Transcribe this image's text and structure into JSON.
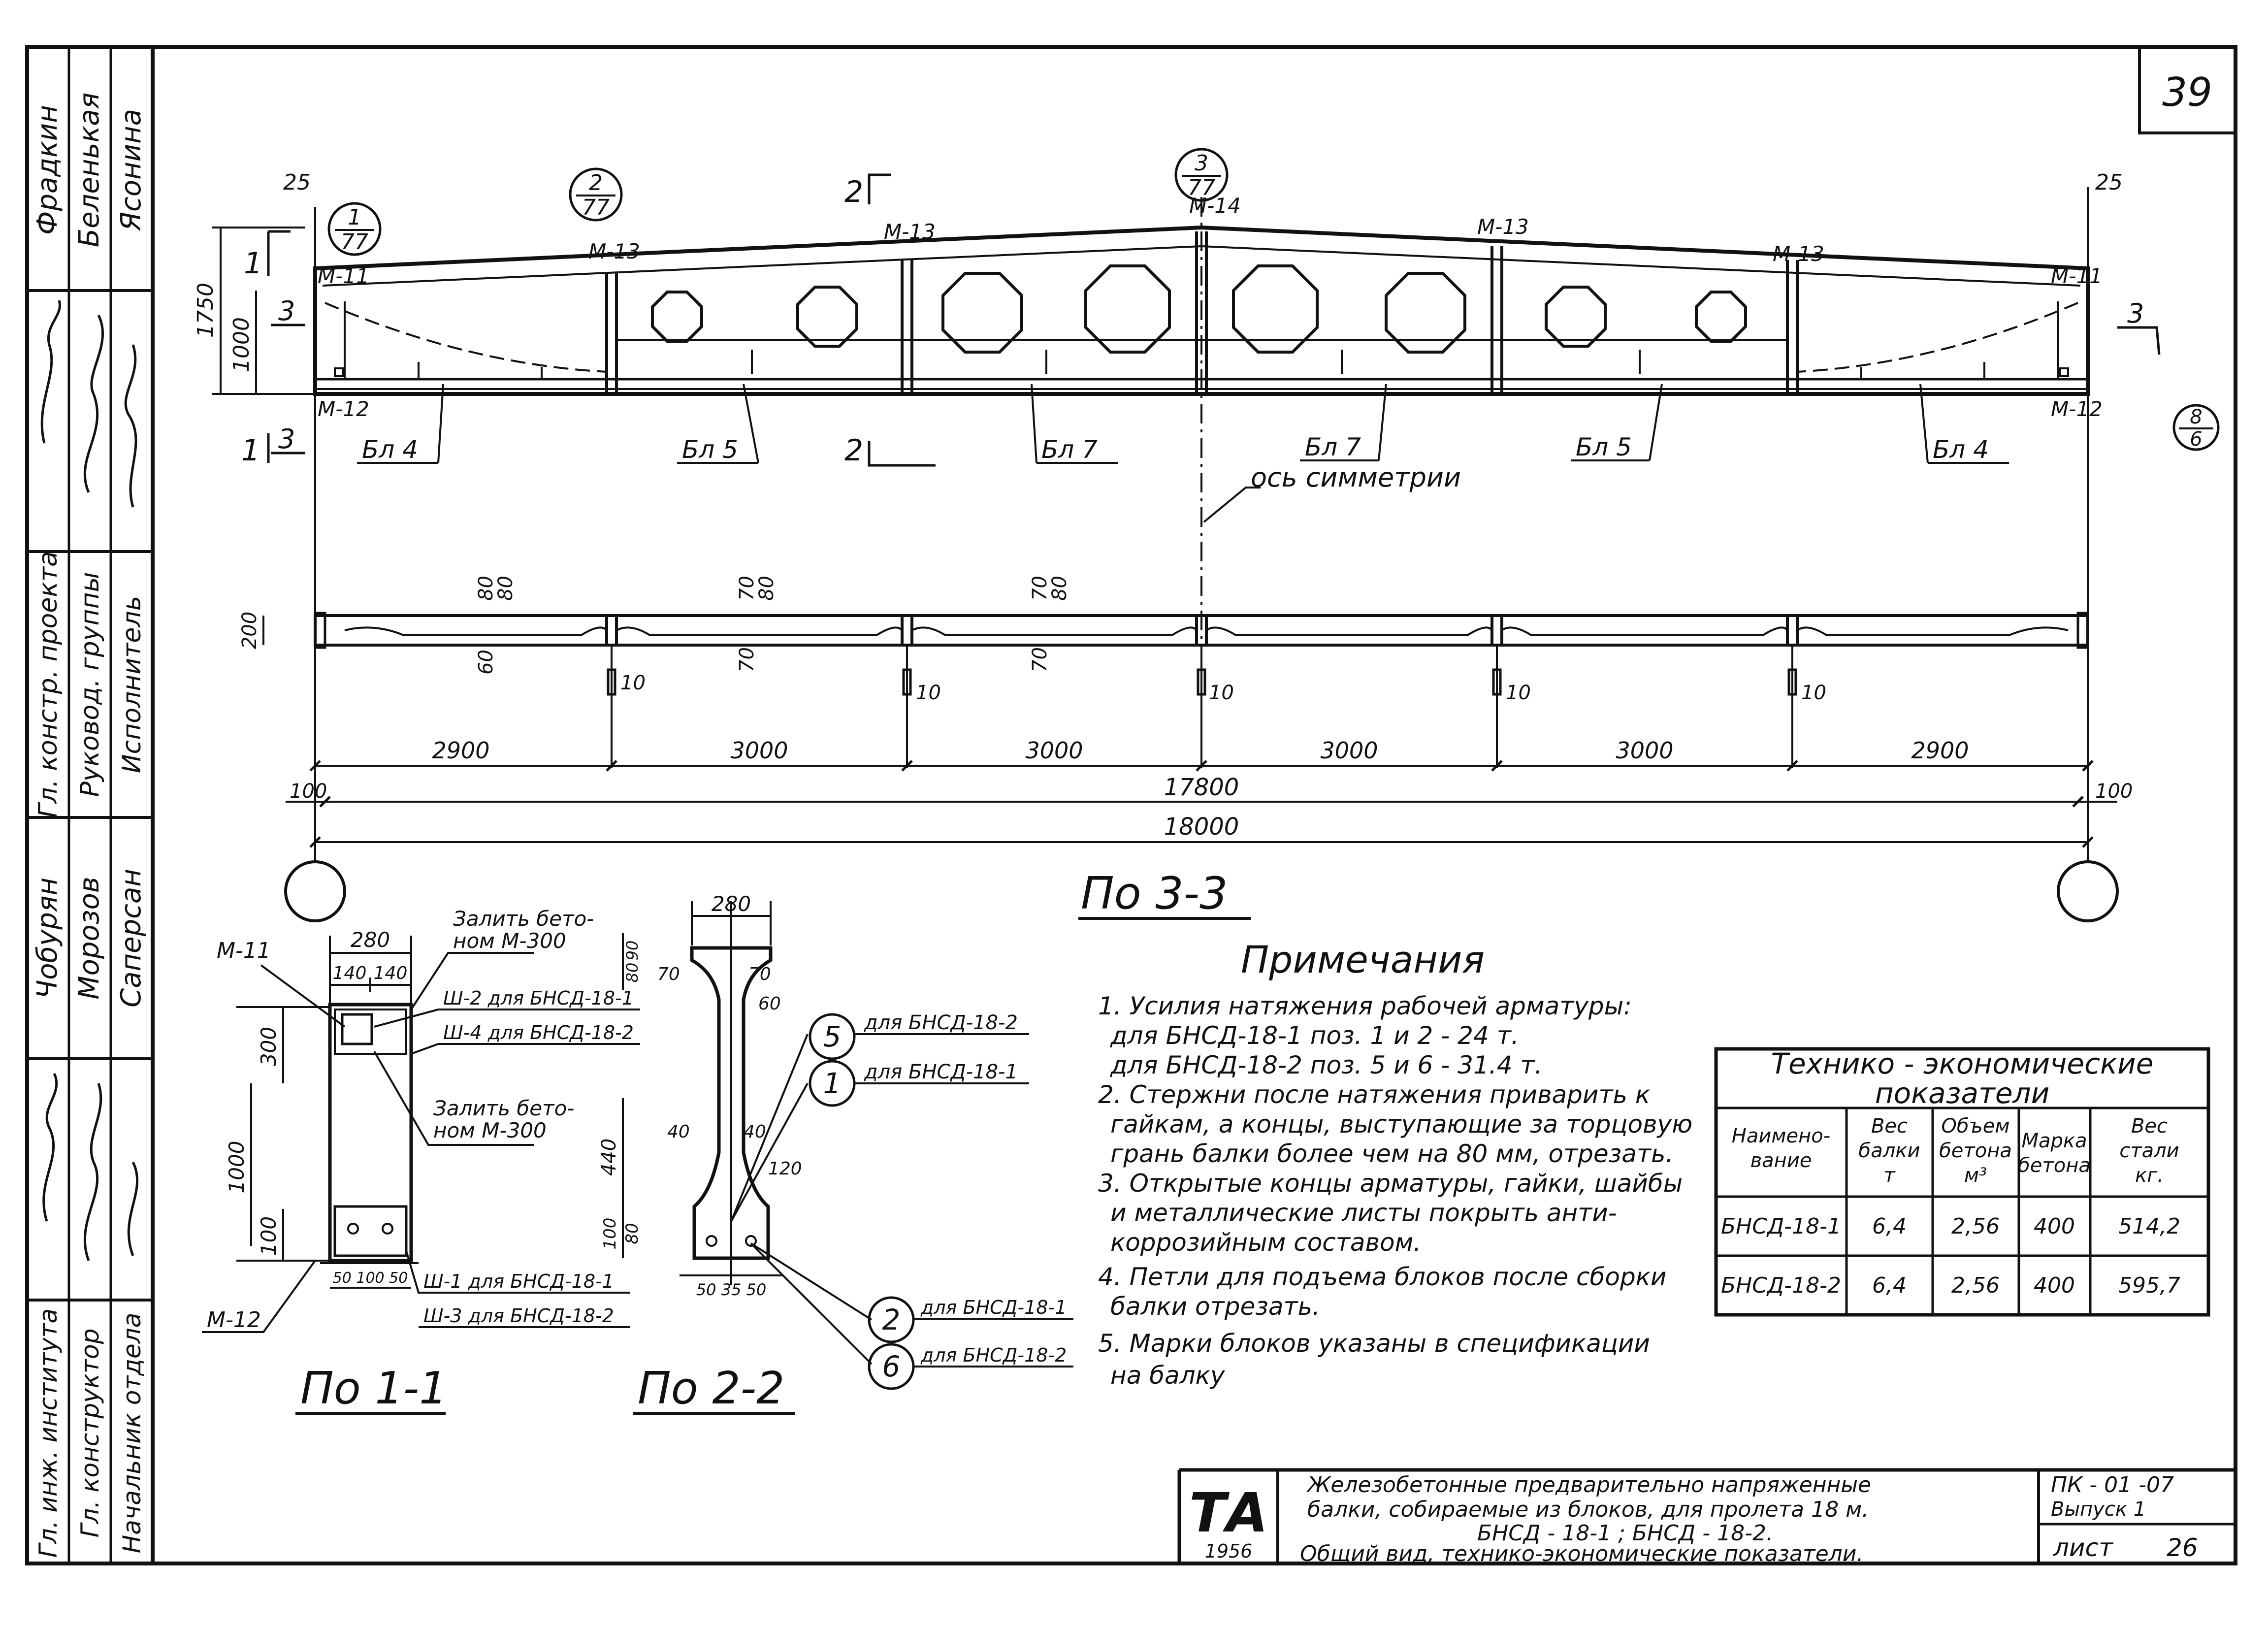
{
  "sheet": {
    "page_number": "39",
    "sheet_label": "лист",
    "sheet_number": "26",
    "series_code": "ПК - 01 -07",
    "issue": "Выпуск 1",
    "year": "1956",
    "logo_text": "ТА",
    "title_line1": "Железобетонные предварительно напряженные",
    "title_line2": "балки, собираемые из блоков, для пролета 18 м.",
    "title_line3": "БНСД - 18-1 ; БНСД - 18-2.",
    "title_line4": "Общий вид, технико-экономические показатели."
  },
  "side_block": {
    "roles": [
      "Гл. констр. проекта",
      "Руковод. группы",
      "Исполнитель",
      "Гл. инж. института",
      "Гл. конструктор",
      "Начальник отдела"
    ],
    "names_top": [
      "Фрадкин",
      "Беленькая",
      "Ясонина"
    ],
    "names_bottom": [
      "Чобурян",
      "Морозов",
      "Саперсан"
    ]
  },
  "elevation": {
    "marks": {
      "m11": "М-11",
      "m12": "М-12",
      "m13": "М-13",
      "m14": "М-14"
    },
    "callouts": [
      {
        "num": "1",
        "den": "77"
      },
      {
        "num": "2",
        "den": "77"
      },
      {
        "num": "3",
        "den": "77"
      },
      {
        "num": "8",
        "den": "6"
      }
    ],
    "section_marks": {
      "s1": "1",
      "s2": "2",
      "s3": "3"
    },
    "blocks": [
      "Бл 4",
      "Бл 5",
      "Бл 7",
      "Бл 7",
      "Бл 5",
      "Бл 4"
    ],
    "symmetry_label": "ось симметрии",
    "dims": {
      "h1750": "1750",
      "h1000": "1000",
      "d25": "25"
    }
  },
  "plan": {
    "dim_200": "200",
    "labels_80": "80",
    "labels_70": "70",
    "labels_60": "60",
    "labels_10": "10",
    "spans": [
      "2900",
      "3000",
      "3000",
      "3000",
      "3000",
      "2900"
    ],
    "end_offset": "100",
    "total_inner": "17800",
    "total": "18000",
    "view_title": "По 3-3"
  },
  "section_1": {
    "title": "По 1-1",
    "w280": "280",
    "w140a": "140",
    "w140b": "140",
    "h300": "300",
    "h1000": "1000",
    "h100": "100",
    "m11": "М-11",
    "m12": "М-12",
    "fill1": "Залить бето-",
    "fill1b": "ном М-300",
    "fill2": "Залить бето-",
    "fill2b": "ном М-300",
    "sh2": "Ш-2 для БНСД-18-1",
    "sh4": "Ш-4 для БНСД-18-2",
    "sh1": "Ш-1 для БНСД-18-1",
    "sh3": "Ш-3 для БНСД-18-2",
    "bottom_dims": "50 100 50"
  },
  "section_2": {
    "title": "По 2-2",
    "w280": "280",
    "d90": "90",
    "d80": "80",
    "d70a": "70",
    "d70b": "70",
    "d60": "60",
    "d40a": "40",
    "d40b": "40",
    "d120": "120",
    "d440": "440",
    "d100": "100",
    "d80b": "80",
    "bottom": "50 35 50",
    "items": [
      {
        "num": "5",
        "text": "для БНСД-18-2"
      },
      {
        "num": "1",
        "text": "для БНСД-18-1"
      },
      {
        "num": "2",
        "text": "для БНСД-18-1"
      },
      {
        "num": "6",
        "text": "для БНСД-18-2"
      }
    ]
  },
  "notes": {
    "heading": "Примечания",
    "lines": [
      "1. Усилия натяжения рабочей арматуры:",
      "для БНСД-18-1 поз. 1 и 2 - 24 т.",
      "для БНСД-18-2 поз. 5 и 6 - 31.4 т.",
      "2. Стержни после натяжения приварить к",
      "гайкам, а концы, выступающие за торцовую",
      "грань балки более чем на 80 мм, отрезать.",
      "3. Открытые концы арматуры, гайки, шайбы",
      "и металлические листы покрыть анти-",
      "коррозийным составом.",
      "4. Петли для подъема блоков после сборки",
      "балки отрезать.",
      "5. Марки блоков указаны в спецификации",
      "на балку"
    ]
  },
  "table": {
    "title1": "Технико - экономические",
    "title2": "показатели",
    "headers": [
      [
        "Наимено-",
        "вание"
      ],
      [
        "Вес",
        "балки",
        "т"
      ],
      [
        "Объем",
        "бетона",
        "м³"
      ],
      [
        "Марка",
        "бетона"
      ],
      [
        "Вес",
        "стали",
        "кг."
      ]
    ],
    "rows": [
      [
        "БНСД-18-1",
        "6,4",
        "2,56",
        "400",
        "514,2"
      ],
      [
        "БНСД-18-2",
        "6,4",
        "2,56",
        "400",
        "595,7"
      ]
    ]
  }
}
